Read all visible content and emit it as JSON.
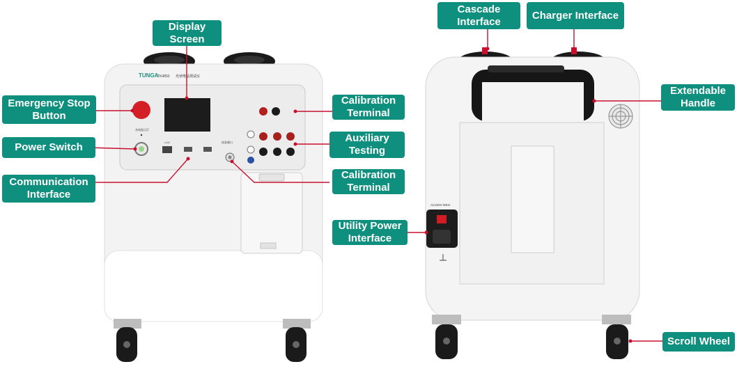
{
  "device": {
    "brand": "TUNGA",
    "model": "TK4850",
    "model_subtitle": "光伏电站测试仪",
    "port_lan": "LAN",
    "panel_power_label": "充电指示灯",
    "panel_calib_label": "校准端口",
    "rear_rating": "AC220V 50Hz"
  },
  "callouts": {
    "display_screen": "Display\nScreen",
    "emergency_stop": "Emergency Stop\nButton",
    "power_switch": "Power Switch",
    "communication": "Communication\nInterface",
    "calibration_top": "Calibration\nTerminal",
    "auxiliary": "Auxiliary\nTesting",
    "calibration_bottom": "Calibration\nTerminal",
    "cascade": "Cascade\nInterface",
    "charger": "Charger Interface",
    "extendable_handle": "Extendable\nHandle",
    "utility_power": "Utility Power\nInterface",
    "scroll_wheel": "Scroll Wheel"
  },
  "colors": {
    "label_bg": "#0f8f7e",
    "leader_line": "#c8102e",
    "body": "#f4f4f4",
    "stop_button": "#d32027"
  }
}
